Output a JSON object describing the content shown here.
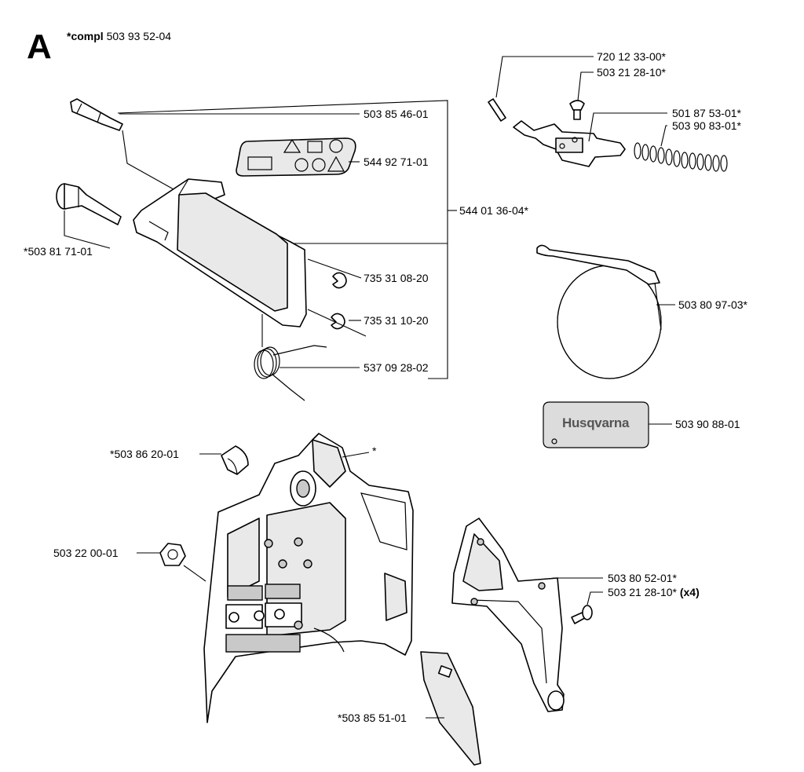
{
  "header": {
    "letter": "A",
    "compl_prefix": "*compl",
    "compl_number": "503 93 52-04"
  },
  "labels": {
    "p720123300": "720 12 33-00*",
    "p503212810a": "503 21 28-10*",
    "p503854601": "503 85 46-01",
    "p501875301": "501 87 53-01*",
    "p503908301": "503 90 83-01*",
    "p544927101": "544 92 71-01",
    "p544013604": "544 01 36-04*",
    "p503817101": "*503 81 71-01",
    "p735310820": "735 31 08-20",
    "p735311020": "735 31 10-20",
    "p503809703": "503 80 97-03*",
    "p537092802": "537 09 28-02",
    "p503908801": "503 90 88-01",
    "p503862001": "*503 86 20-01",
    "star": "*",
    "p503220001": "503 22 00-01",
    "p503805201": "503 80 52-01*",
    "p503212810b": "503 21 28-10*",
    "p503212810b_qty": "(x4)",
    "p503855101": "*503 85 51-01"
  },
  "decal": {
    "brand": "Husqvarna"
  },
  "colors": {
    "ink": "#000000",
    "part_fill": "#ffffff",
    "shade": "#e9e9e9",
    "decal_fill": "#dcdcdc"
  }
}
